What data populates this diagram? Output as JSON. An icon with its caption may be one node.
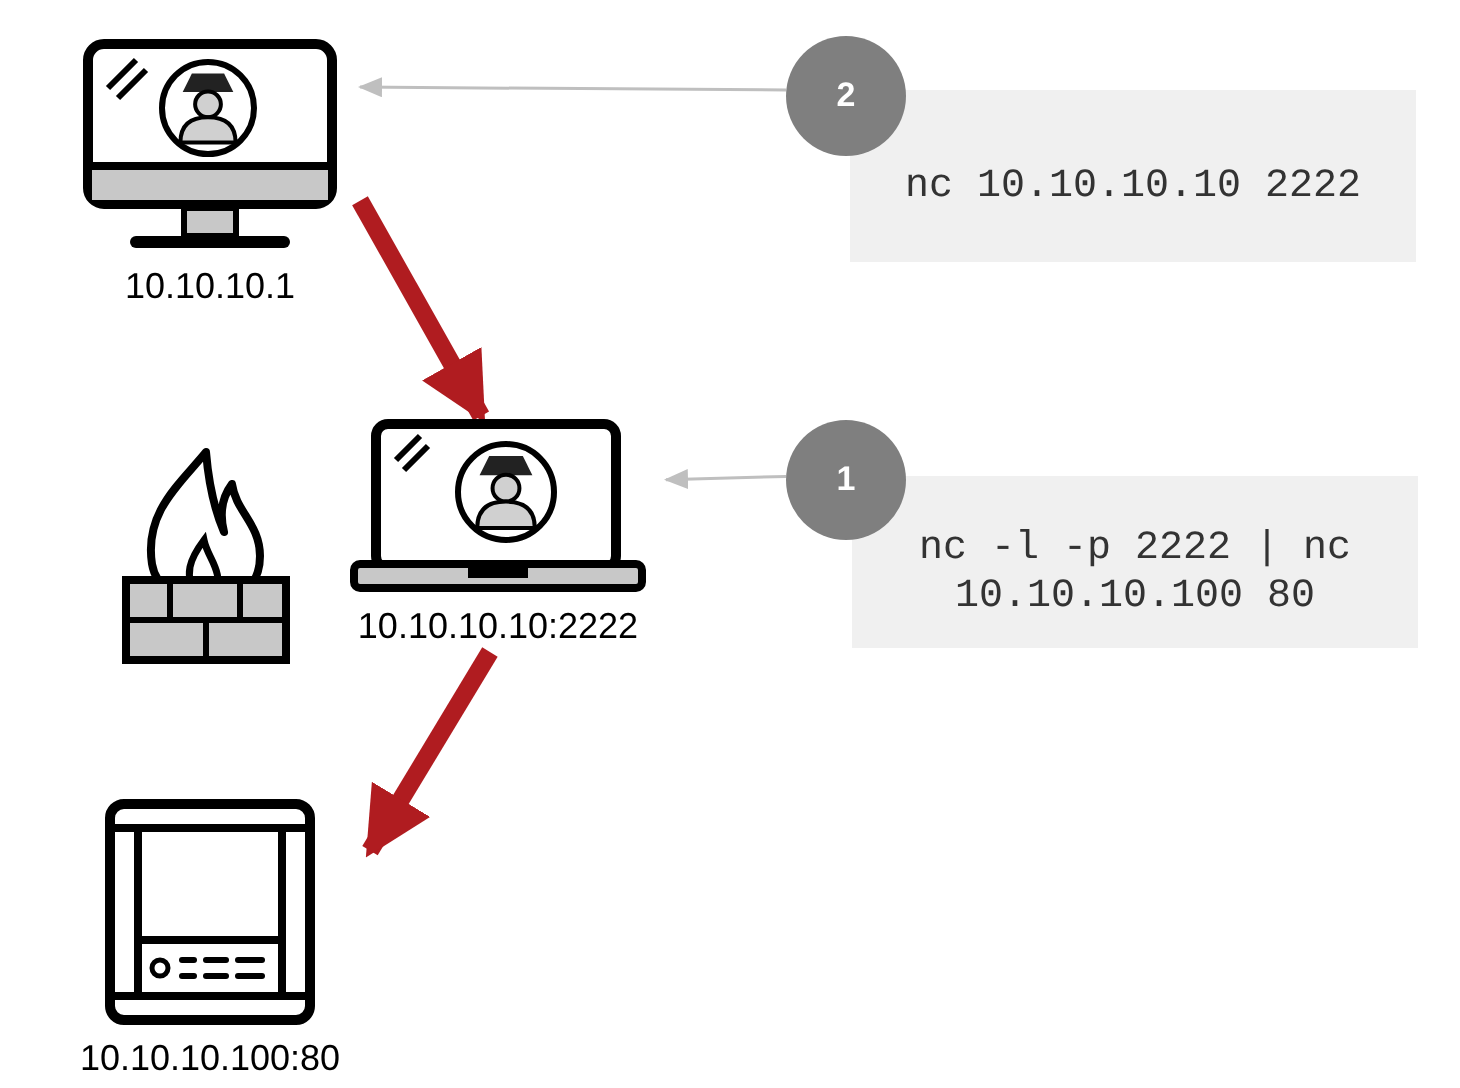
{
  "diagram": {
    "nodes": [
      {
        "text": [
          "10.10.10.1"
        ]
      },
      {
        "text": [
          "10.10.10.10:2222"
        ]
      },
      {
        "text": [
          "10.10.10.100:80"
        ]
      },
      {
        "text": [
          "2"
        ]
      },
      {
        "text": [
          "nc 10.10.10.10 2222"
        ]
      },
      {
        "text": [
          "1"
        ]
      },
      {
        "text": [
          "nc -l -p 2222 | nc 10.10.10.100 80"
        ]
      }
    ],
    "edges": [
      {
        "from": 0,
        "to": 1,
        "arrow": "to",
        "style": "thick",
        "color": "#b01c20"
      },
      {
        "from": 1,
        "to": 2,
        "arrow": "to",
        "style": "thick",
        "color": "#b01c20"
      },
      {
        "from": 3,
        "to": 0,
        "arrow": "to",
        "color": "#bfbfbf"
      },
      {
        "from": 5,
        "to": 1,
        "arrow": "to",
        "color": "#bfbfbf"
      }
    ]
  }
}
